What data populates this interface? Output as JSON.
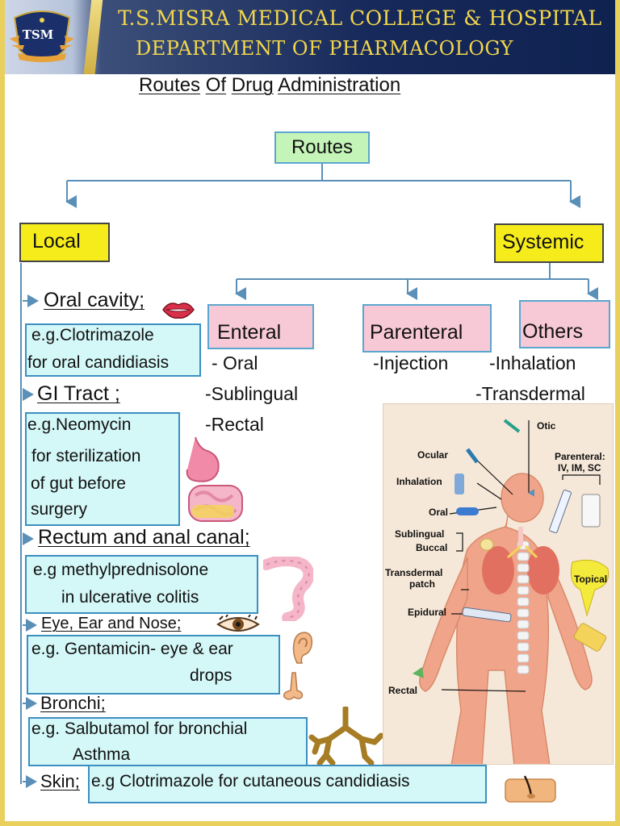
{
  "header": {
    "logo_text": "TSM",
    "college": "T.S.MISRA MEDICAL COLLEGE & HOSPITAL",
    "department": "DEPARTMENT OF PHARMACOLOGY"
  },
  "title": {
    "w1": "Routes",
    "w2": "Of",
    "w3": "Drug",
    "w4": "Administration"
  },
  "tree": {
    "root": "Routes",
    "local": "Local",
    "systemic": "Systemic",
    "enteral": "Enteral",
    "parenteral": "Parenteral",
    "others": "Others",
    "enteral_items": [
      "- Oral",
      "-Sublingual",
      "-Rectal"
    ],
    "parenteral_items": [
      "-Injection"
    ],
    "others_items": [
      "-Inhalation",
      "-Transdermal"
    ]
  },
  "local_routes": [
    {
      "heading": "Oral cavity;",
      "example": [
        "e.g.Clotrimazole",
        "for oral candidiasis"
      ]
    },
    {
      "heading": "GI Tract ;",
      "example": [
        "e.g.Neomycin",
        "for sterilization",
        "of gut before",
        "surgery"
      ]
    },
    {
      "heading": "Rectum and anal canal;",
      "example": [
        "e.g methylprednisolone",
        "in ulcerative colitis"
      ]
    },
    {
      "heading": "Eye, Ear and Nose;",
      "example": [
        "e.g. Gentamicin- eye & ear",
        "drops"
      ]
    },
    {
      "heading": "Bronchi;",
      "example": [
        "e.g. Salbutamol for bronchial",
        "Asthma"
      ]
    },
    {
      "heading": "Skin;",
      "example": [
        "e.g Clotrimazole for cutaneous candidiasis"
      ]
    }
  ],
  "body_diagram": {
    "labels": {
      "otic": "Otic",
      "ocular": "Ocular",
      "inhalation": "Inhalation",
      "oral": "Oral",
      "sublingual": "Sublingual",
      "buccal": "Buccal",
      "transdermal1": "Transdermal",
      "transdermal2": "patch",
      "epidural": "Epidural",
      "rectal": "Rectal",
      "parenteral1": "Parenteral:",
      "parenteral2": "IV, IM, SC",
      "topical": "Topical"
    }
  },
  "colors": {
    "header_navy": "#16295a",
    "header_gold": "#f2d64d",
    "root_box": "#c5f4b8",
    "local_systemic_box": "#f6ec1c",
    "category_box": "#f7c9d7",
    "example_box": "#d4f7f7",
    "connector": "#5a8fb8",
    "page_border": "#e9cf5c"
  },
  "icons": [
    "lips-icon",
    "stomach-intestine-icon",
    "colon-icon",
    "eye-icon",
    "ear-icon",
    "nose-icon",
    "bronchi-icon",
    "skin-hair-icon",
    "human-body-routes-illustration"
  ]
}
